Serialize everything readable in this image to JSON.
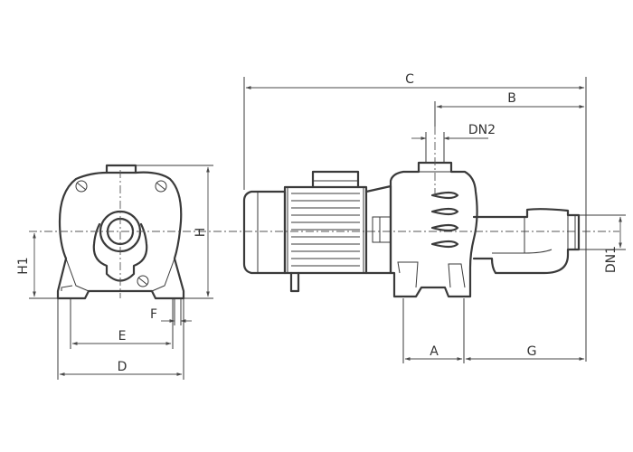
{
  "labels": {
    "C": "C",
    "B": "B",
    "DN2": "DN2",
    "H": "H",
    "H1": "H1",
    "DN1": "DN1",
    "F": "F",
    "E": "E",
    "D": "D",
    "A": "A",
    "G": "G"
  },
  "colors": {
    "line": "#3a3a3a",
    "dimension": "#4a4a4a",
    "background": "#ffffff"
  }
}
